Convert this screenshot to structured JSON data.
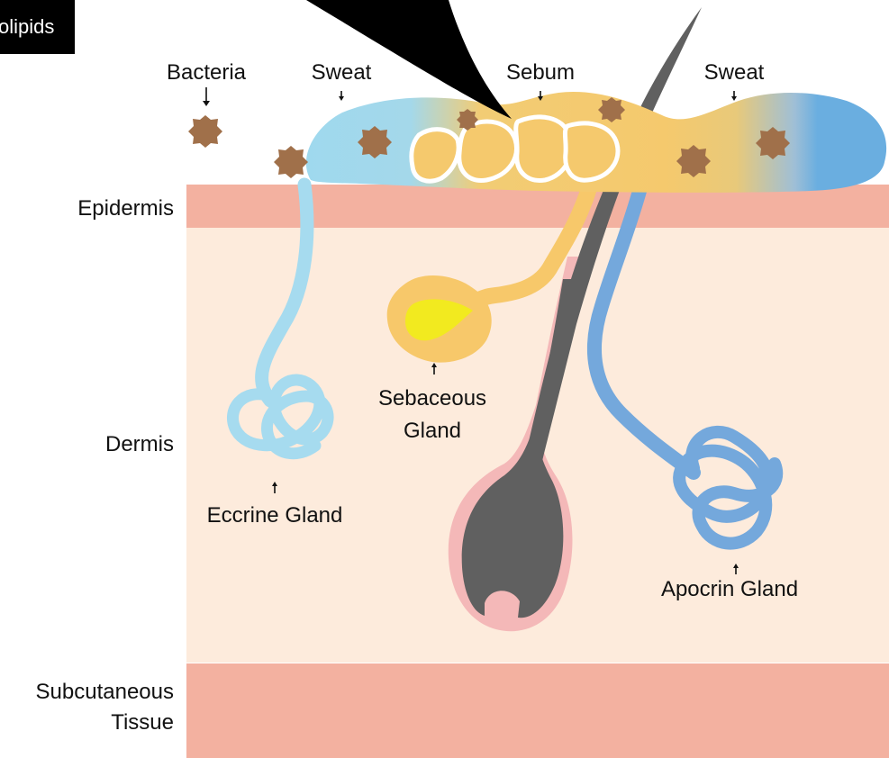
{
  "labels": {
    "callout": "olipids",
    "bacteria": "Bacteria",
    "sweat_left": "Sweat",
    "sebum": "Sebum",
    "sweat_right": "Sweat",
    "epidermis": "Epidermis",
    "dermis": "Dermis",
    "subcutaneous_line1": "Subcutaneous",
    "subcutaneous_line2": "Tissue",
    "sebaceous_line1": "Sebaceous",
    "sebaceous_line2": "Gland",
    "eccrine": "Eccrine Gland",
    "apocrine": "Apocrin Gland"
  },
  "colors": {
    "epidermis": "#f3b1a0",
    "dermis": "#fdebdc",
    "subcutaneous": "#f3b1a0",
    "sweat_light": "#9fd9ee",
    "sweat_blue": "#6aaee0",
    "sebum": "#f7c86a",
    "sebaceous_core": "#f2ea1f",
    "bacteria": "#a0704a",
    "hair": "#606060",
    "follicle": "#f4b8b8",
    "callout": "#000000"
  }
}
